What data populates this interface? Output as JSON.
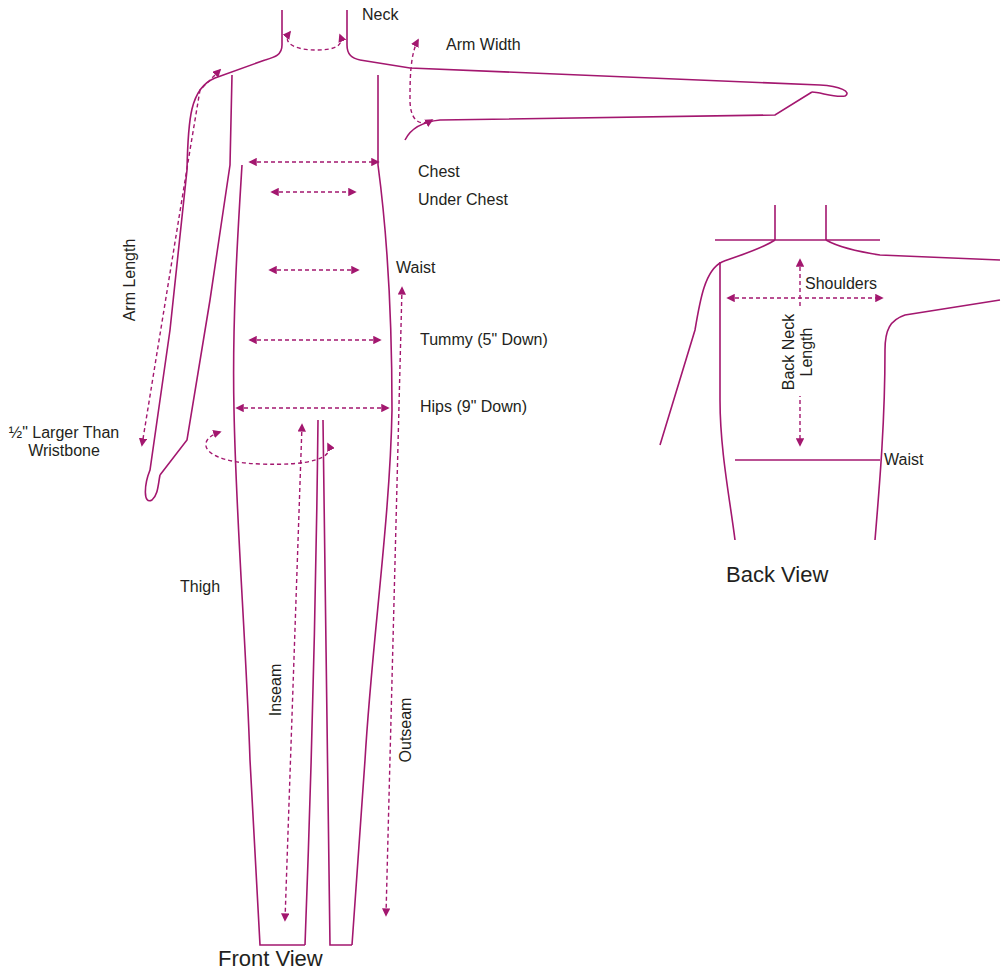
{
  "diagram": {
    "labels": [
      "Neck",
      "Arm Width",
      "Chest",
      "Under Chest",
      "Waist",
      "Tummy (5\" Down)",
      "Hips (9\" Down)",
      "Arm Length",
      "½\" Larger Than Wristbone",
      "Thigh",
      "Inseam",
      "Outseam",
      "Front View",
      "Shoulders",
      "Back Neck Length",
      "Waist",
      "Back View"
    ]
  }
}
